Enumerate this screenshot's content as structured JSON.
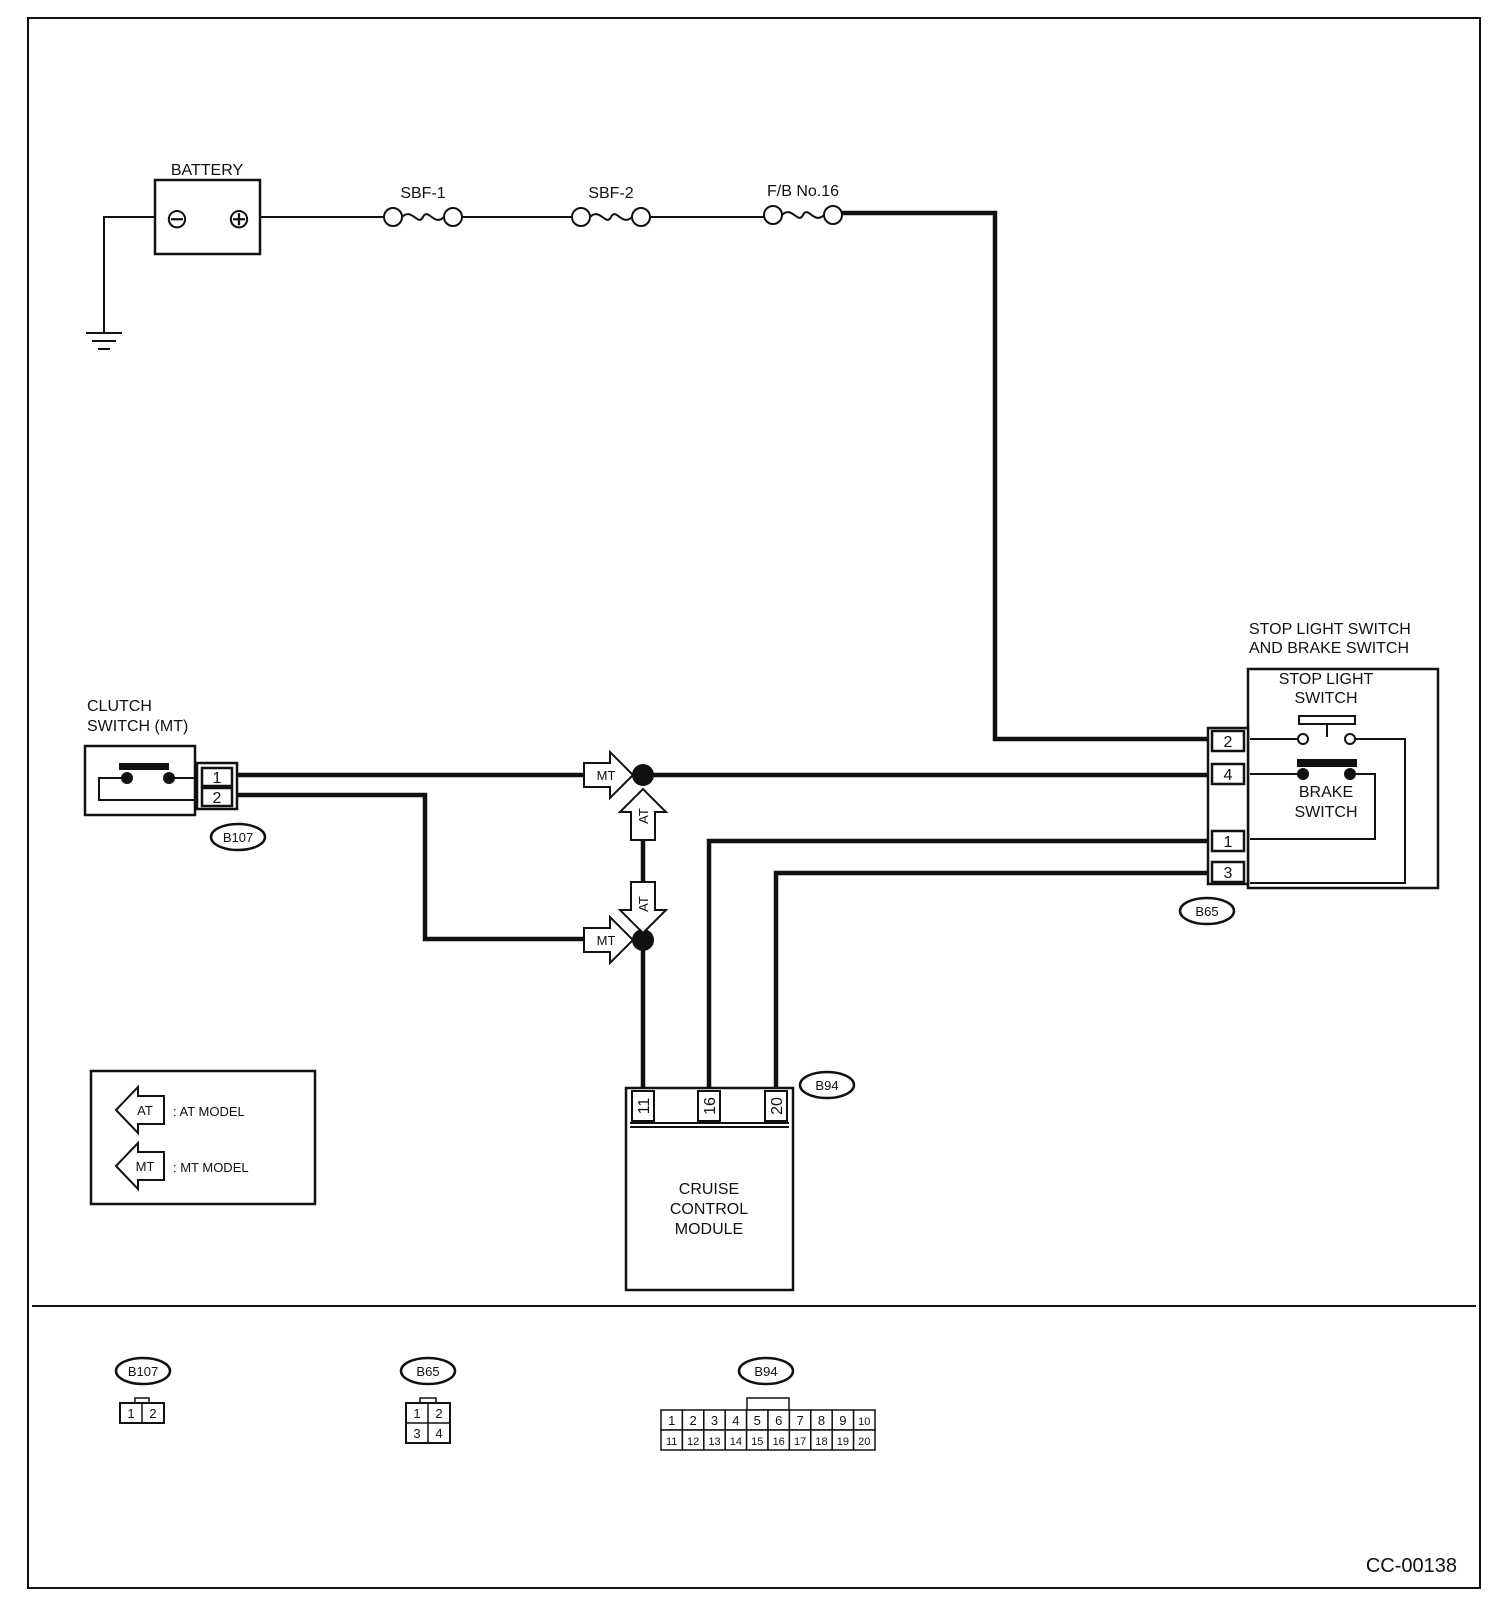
{
  "components": {
    "battery": "BATTERY",
    "battery_neg": "⊖",
    "battery_pos": "⊕",
    "fuse1": "SBF-1",
    "fuse2": "SBF-2",
    "fuse3": "F/B No.16",
    "clutch_line1": "CLUTCH",
    "clutch_line2": "SWITCH (MT)",
    "stop_brake_line1": "STOP LIGHT SWITCH",
    "stop_brake_line2": "AND BRAKE SWITCH",
    "stop_light_line1": "STOP LIGHT",
    "stop_light_line2": "SWITCH",
    "brake_line1": "BRAKE",
    "brake_line2": "SWITCH",
    "ccm_line1": "CRUISE",
    "ccm_line2": "CONTROL",
    "ccm_line3": "MODULE"
  },
  "connectors": {
    "b107": "B107",
    "b65": "B65",
    "b94": "B94"
  },
  "pins": {
    "b107": [
      "1",
      "2"
    ],
    "b65": [
      "2",
      "4",
      "1",
      "3"
    ],
    "b94": [
      "11",
      "16",
      "20"
    ]
  },
  "arrows": {
    "mt": "MT",
    "at": "AT"
  },
  "legend": {
    "at_tag": "AT",
    "at_text": ": AT MODEL",
    "mt_tag": "MT",
    "mt_text": ": MT MODEL"
  },
  "connector_faces": {
    "b107": [
      "1",
      "2"
    ],
    "b65": [
      "1",
      "2",
      "3",
      "4"
    ],
    "b94_row1": [
      "1",
      "2",
      "3",
      "4",
      "5",
      "6",
      "7",
      "8",
      "9",
      "10"
    ],
    "b94_row2": [
      "11",
      "12",
      "13",
      "14",
      "15",
      "16",
      "17",
      "18",
      "19",
      "20"
    ]
  },
  "figure_id": "CC-00138"
}
